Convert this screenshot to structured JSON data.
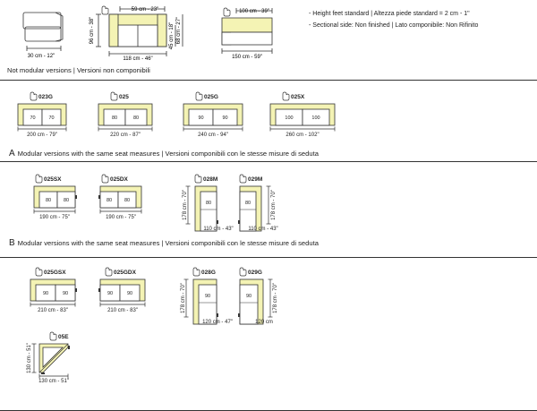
{
  "notes": [
    "- Height feet standard | Altezza piede standard  =  2 cm - 1\"",
    "- Sectional side: Non finished | Lato componibile: Non Rifinito"
  ],
  "top": {
    "dim_30": "30 cm - 12\"",
    "dim_59": "59 cm - 23\"",
    "dim_96": "96 cm - 38\"",
    "dim_45": "45 cm - 18\"",
    "dim_68": "68 cm - 27\"",
    "dim_118": "118 cm - 46\"",
    "dim_100": "100 cm - 39\"",
    "dim_150": "150 cm - 59\""
  },
  "sections": {
    "non_modular": "Not modular versions | Versioni non componibili",
    "a_letter": "A",
    "a_title": "Modular versions with the same seat measures | Versioni componibili con le stesse misure di seduta",
    "b_letter": "B",
    "b_title": "Modular versions with the same seat measures | Versioni componibili con le stesse misure di seduta"
  },
  "row1": [
    {
      "code": "023G",
      "seat": "70",
      "width": "200 cm - 79\""
    },
    {
      "code": "025",
      "seat": "80",
      "width": "220 cm - 87\""
    },
    {
      "code": "025G",
      "seat": "90",
      "width": "240 cm - 94\""
    },
    {
      "code": "025X",
      "seat": "100",
      "width": "260 cm - 102\""
    }
  ],
  "row2": [
    {
      "code": "025SX",
      "seat": "80",
      "width": "190 cm - 75\""
    },
    {
      "code": "025DX",
      "seat": "80",
      "width": "190 cm - 75\""
    },
    {
      "code": "028M",
      "seat": "80",
      "width": "110 cm - 43\"",
      "depth": "178 cm - 70\""
    },
    {
      "code": "029M",
      "seat": "80",
      "width": "110 cm - 43\"",
      "depth": "178 cm - 70\""
    }
  ],
  "row3": [
    {
      "code": "025GSX",
      "seat": "90",
      "width": "210 cm - 83\""
    },
    {
      "code": "025GDX",
      "seat": "90",
      "width": "210 cm - 83\""
    },
    {
      "code": "028G",
      "seat": "90",
      "width": "120 cm - 47\"",
      "depth": "178 cm - 70\""
    },
    {
      "code": "029G",
      "seat": "90",
      "width": "120 cm",
      "depth": "178 cm - 70\""
    }
  ],
  "corner": {
    "code": "05E",
    "width": "130 cm - 51\"",
    "depth": "130 cm - 51\""
  },
  "colors": {
    "fill": "#f4f3b4",
    "line": "#333333"
  }
}
